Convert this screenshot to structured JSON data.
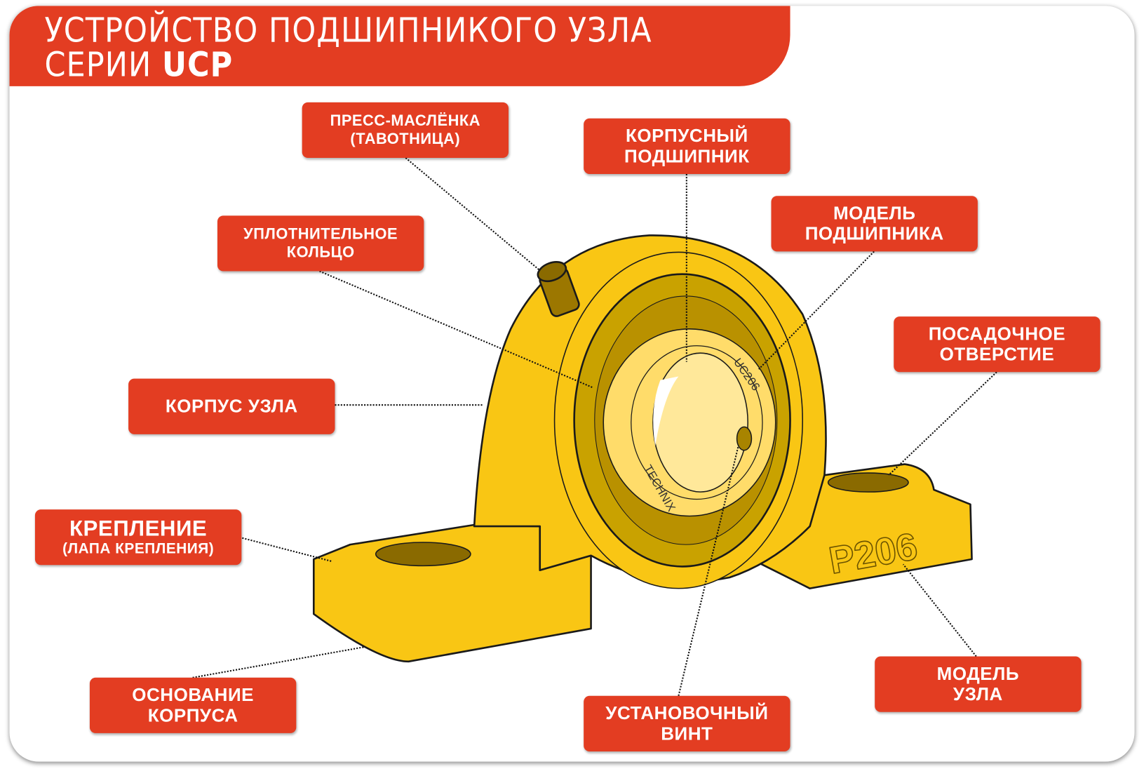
{
  "title": {
    "line1": "УСТРОЙСТВО ПОДШИПНИКОГО УЗЛА",
    "line2_prefix": "СЕРИИ ",
    "line2_bold": "UCP"
  },
  "labels": {
    "grease_fitting": {
      "line1": "ПРЕСС-МАСЛЁНКА",
      "line2": "(ТАВОТНИЦА)"
    },
    "housed_bearing": {
      "line1": "КОРПУСНЫЙ",
      "line2": "ПОДШИПНИК"
    },
    "seal_ring": {
      "line1": "УПЛОТНИТЕЛЬНОЕ",
      "line2": "КОЛЬЦО"
    },
    "bearing_model": {
      "line1": "МОДЕЛЬ",
      "line2": "ПОДШИПНИКА"
    },
    "bore": {
      "line1": "ПОСАДОЧНОЕ",
      "line2": "ОТВЕРСТИЕ"
    },
    "housing": {
      "line1": "КОРПУС УЗЛА"
    },
    "mount_foot": {
      "line1": "КРЕПЛЕНИЕ",
      "line2": "(ЛАПА КРЕПЛЕНИЯ)"
    },
    "housing_base": {
      "line1": "ОСНОВАНИЕ",
      "line2": "КОРПУСА"
    },
    "set_screw": {
      "line1": "УСТАНОВОЧНЫЙ",
      "line2": "ВИНТ"
    },
    "unit_model": {
      "line1": "МОДЕЛЬ",
      "line2": "УЗЛА"
    }
  },
  "engravings": {
    "housing_model": "P206",
    "bearing_model": "UC206",
    "brand": "TECHNIX"
  },
  "colors": {
    "accent": "#E33D22",
    "housing": "#F9C614",
    "bearing": "#FFDC6A",
    "dark": "#8A6A00"
  }
}
